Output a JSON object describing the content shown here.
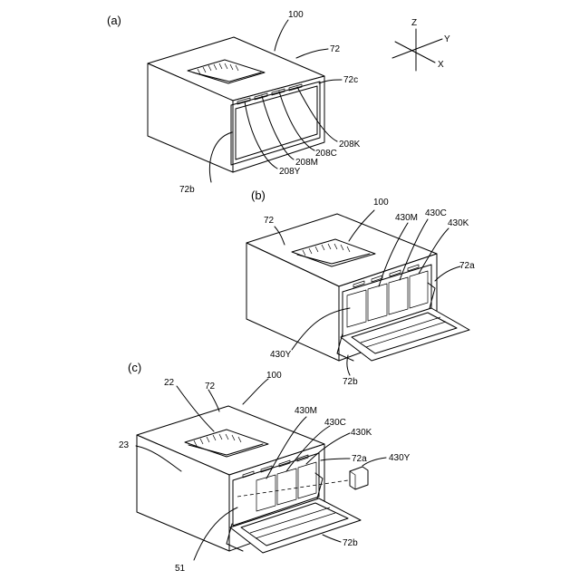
{
  "panels": {
    "a": "(a)",
    "b": "(b)",
    "c": "(c)"
  },
  "axes": {
    "z": "Z",
    "y": "Y",
    "x": "X"
  },
  "labels_a": {
    "ref_100": "100",
    "ref_72": "72",
    "ref_72c": "72c",
    "ref_208K": "208K",
    "ref_208C": "208C",
    "ref_208M": "208M",
    "ref_208Y": "208Y",
    "ref_72b": "72b"
  },
  "labels_b": {
    "ref_100": "100",
    "ref_72": "72",
    "ref_430M": "430M",
    "ref_430C": "430C",
    "ref_430K": "430K",
    "ref_72a": "72a",
    "ref_430Y": "430Y",
    "ref_72b": "72b"
  },
  "labels_c": {
    "ref_22": "22",
    "ref_72": "72",
    "ref_100": "100",
    "ref_23": "23",
    "ref_430M": "430M",
    "ref_430C": "430C",
    "ref_430K": "430K",
    "ref_72a": "72a",
    "ref_430Y": "430Y",
    "ref_51": "51",
    "ref_72b": "72b"
  }
}
